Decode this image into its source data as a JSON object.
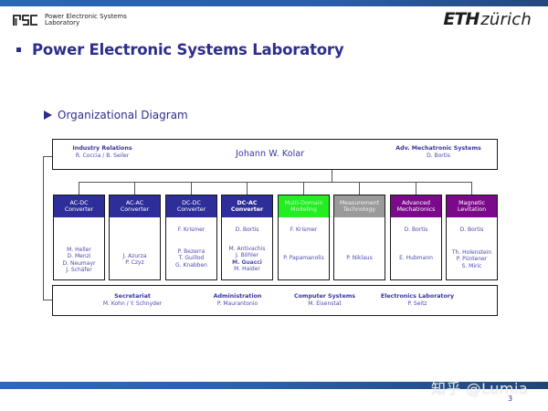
{
  "header": {
    "logo_lines": [
      "Power Electronic Systems",
      "Laboratory"
    ],
    "eth_bold": "ETH",
    "eth_light": "zürich",
    "title": "Power Electronic Systems Laboratory",
    "subtitle": "Organizational Diagram"
  },
  "colors": {
    "title": "#2e2e8c",
    "header_bar": "#2a67b4",
    "converter_header": "#2e2e9a",
    "modeling_header": "#22ee22",
    "measurement_header": "#9a9a9a",
    "mechatronics_header": "#7a0a8a"
  },
  "top": {
    "left_unit": {
      "title": "Industry Relations",
      "names": "R. Coccia  / B. Seiler"
    },
    "director": "Johann W. Kolar",
    "right_unit": {
      "title": "Adv. Mechatronic Systems",
      "names": "D. Bortis"
    }
  },
  "groups": [
    {
      "title1": "AC-DC",
      "title2": "Converter",
      "lead": "",
      "members": [
        "M. Heller",
        "D. Menzi",
        "D. Neumayr",
        "J. Schäfer"
      ],
      "color": "#2e2e9a"
    },
    {
      "title1": "AC-AC",
      "title2": "Converter",
      "lead": "",
      "members": [
        "J. Azurza",
        "P. Czyz"
      ],
      "color": "#2e2e9a"
    },
    {
      "title1": "DC-DC",
      "title2": "Converter",
      "lead": "F. Krismer",
      "members": [
        "P. Bezerra",
        "T. Guillod",
        "G. Knabben"
      ],
      "color": "#2e2e9a"
    },
    {
      "title1": "DC-AC",
      "title2": "Converter",
      "lead": "D. Bortis",
      "members": [
        "M. Antivachis",
        "J. Böhler",
        "M. Guacci",
        "M. Haider"
      ],
      "color": "#2e2e9a"
    },
    {
      "title1": "Multi-Domain",
      "title2": "Modeling",
      "lead": "F. Krismer",
      "members": [
        "P. Papamanolis"
      ],
      "color": "#22ee22"
    },
    {
      "title1": "Measurement",
      "title2": "Technology",
      "lead": "",
      "members": [
        "P. Niklaus"
      ],
      "color": "#9a9a9a"
    },
    {
      "title1": "Advanced",
      "title2": "Mechatronics",
      "lead": "D. Bortis",
      "members": [
        "E. Hubmann"
      ],
      "color": "#7a0a8a"
    },
    {
      "title1": "Magnetic",
      "title2": "Levitation",
      "lead": "D. Bortis",
      "members": [
        "Th. Holenstein",
        "P. Püntener",
        "S. Miric"
      ],
      "color": "#7a0a8a"
    }
  ],
  "bottom": [
    {
      "title": "Secretariat",
      "names": "M. Kohn / Y. Schnyder"
    },
    {
      "title": "Administration",
      "names": "P. Maurantonio"
    },
    {
      "title": "Computer Systems",
      "names": "M. Eisenstat"
    },
    {
      "title": "Electronics Laboratory",
      "names": "P. Seitz"
    }
  ],
  "footer": {
    "watermark": "知乎 @Lumia",
    "page_number": "3"
  }
}
